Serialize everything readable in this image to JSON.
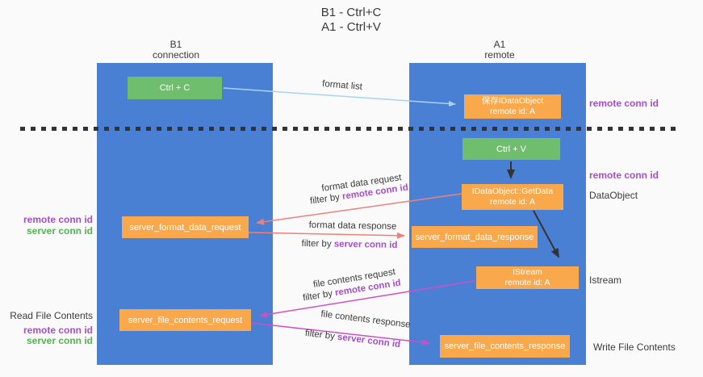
{
  "colors": {
    "background": "#fafafa",
    "panel_blue": "#4a80d4",
    "box_green": "#6ebe6e",
    "box_orange": "#f9a84c",
    "text_purple": "#a54fc6",
    "text_green": "#53b353",
    "arrow_salmon": "#e8837c",
    "arrow_magenta": "#cd4fc8",
    "arrow_lightblue": "#a9d3f2",
    "arrow_black": "#333333",
    "text_dark": "#3a3a3a"
  },
  "title": {
    "line1": "B1 - Ctrl+C",
    "line2": "A1 - Ctrl+V"
  },
  "lanes": {
    "left": {
      "title": "B1",
      "subtitle": "connection"
    },
    "right": {
      "title": "A1",
      "subtitle": "remote"
    }
  },
  "nodes": {
    "ctrl_c": {
      "label": "Ctrl + C"
    },
    "ctrl_v": {
      "label": "Ctrl + V"
    },
    "save_dataobject": {
      "line1": "保存IDataObject",
      "line2": "remote id: A"
    },
    "getdata": {
      "line1": "IDataObject::GetData",
      "line2": "remote id: A"
    },
    "istream": {
      "line1": "IStream",
      "line2": "remote id: A"
    },
    "server_format_data_request": {
      "label": "server_format_data_request"
    },
    "server_format_data_response": {
      "label": "server_format_data_response"
    },
    "server_file_contents_request": {
      "label": "server_file_contents_request"
    },
    "server_file_contents_response": {
      "label": "server_file_contents_response"
    }
  },
  "right_labels": {
    "remote_conn_id_top": "remote conn id",
    "remote_conn_id_mid": "remote conn id",
    "dataobject": "DataObject",
    "istream": "Istream",
    "write_file_contents": "Write File Contents"
  },
  "left_labels": {
    "remote_conn_id_1": "remote conn id",
    "server_conn_id_1": "server conn id",
    "read_file_contents": "Read File Contents",
    "remote_conn_id_2": "remote conn id",
    "server_conn_id_2": "server conn id"
  },
  "arrow_labels": {
    "format_list": "format list",
    "format_data_request": "format data request",
    "format_data_response": "format data response",
    "file_contents_request": "file contents request",
    "file_contents_response": "file contents response",
    "filter_by": "filter by ",
    "remote_conn_id": "remote conn id",
    "server_conn_id": "server conn id"
  }
}
